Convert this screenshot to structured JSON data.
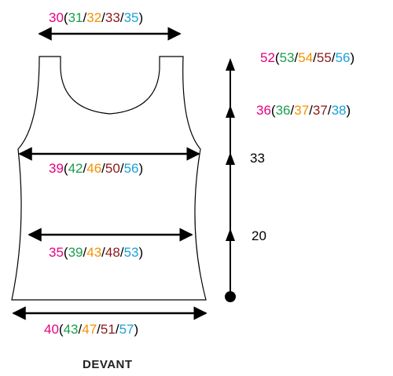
{
  "colors": {
    "size1": "#e6007e",
    "size2": "#1a9e4b",
    "size3": "#f39200",
    "size4": "#8b1a1a",
    "size5": "#1ba1d8",
    "line": "#000000"
  },
  "title": "DEVANT",
  "measurements": {
    "top": {
      "sizes": [
        "30",
        "31",
        "32",
        "33",
        "35"
      ]
    },
    "chest": {
      "sizes": [
        "39",
        "42",
        "46",
        "50",
        "56"
      ]
    },
    "waist": {
      "sizes": [
        "35",
        "39",
        "43",
        "48",
        "53"
      ]
    },
    "hem": {
      "sizes": [
        "40",
        "43",
        "47",
        "51",
        "57"
      ]
    },
    "total_height": {
      "sizes": [
        "52",
        "53",
        "54",
        "55",
        "56"
      ]
    },
    "armhole_height": {
      "sizes": [
        "36",
        "36",
        "37",
        "37",
        "38"
      ]
    }
  },
  "heights": {
    "upper": "33",
    "lower": "20"
  }
}
